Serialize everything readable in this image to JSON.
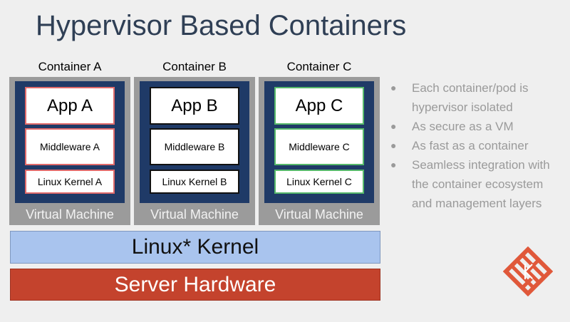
{
  "title": "Hypervisor Based Containers",
  "containers": [
    {
      "label": "Container A",
      "app": "App A",
      "middleware": "Middleware A",
      "kernel": "Linux Kernel A",
      "vm": "Virtual Machine",
      "border_color": "#e06a6a"
    },
    {
      "label": "Container B",
      "app": "App B",
      "middleware": "Middleware B",
      "kernel": "Linux Kernel B",
      "vm": "Virtual Machine",
      "border_color": "#111111"
    },
    {
      "label": "Container C",
      "app": "App C",
      "middleware": "Middleware C",
      "kernel": "Linux Kernel C",
      "vm": "Virtual Machine",
      "border_color": "#56b86a"
    }
  ],
  "layers": {
    "kernel": "Linux* Kernel",
    "hardware": "Server Hardware"
  },
  "bullets": [
    "Each container/pod is hypervisor isolated",
    "As secure as a VM",
    "As fast as a container",
    "Seamless integration with the container ecosystem and management layers"
  ],
  "colors": {
    "vm_frame": "#9b9b9b",
    "vm_inner": "#1f3a67",
    "kernel_layer": "#a9c4ee",
    "hardware_layer": "#c4432d",
    "logo": "#e0583a"
  },
  "logo_icon": "diamond-lattice-logo"
}
